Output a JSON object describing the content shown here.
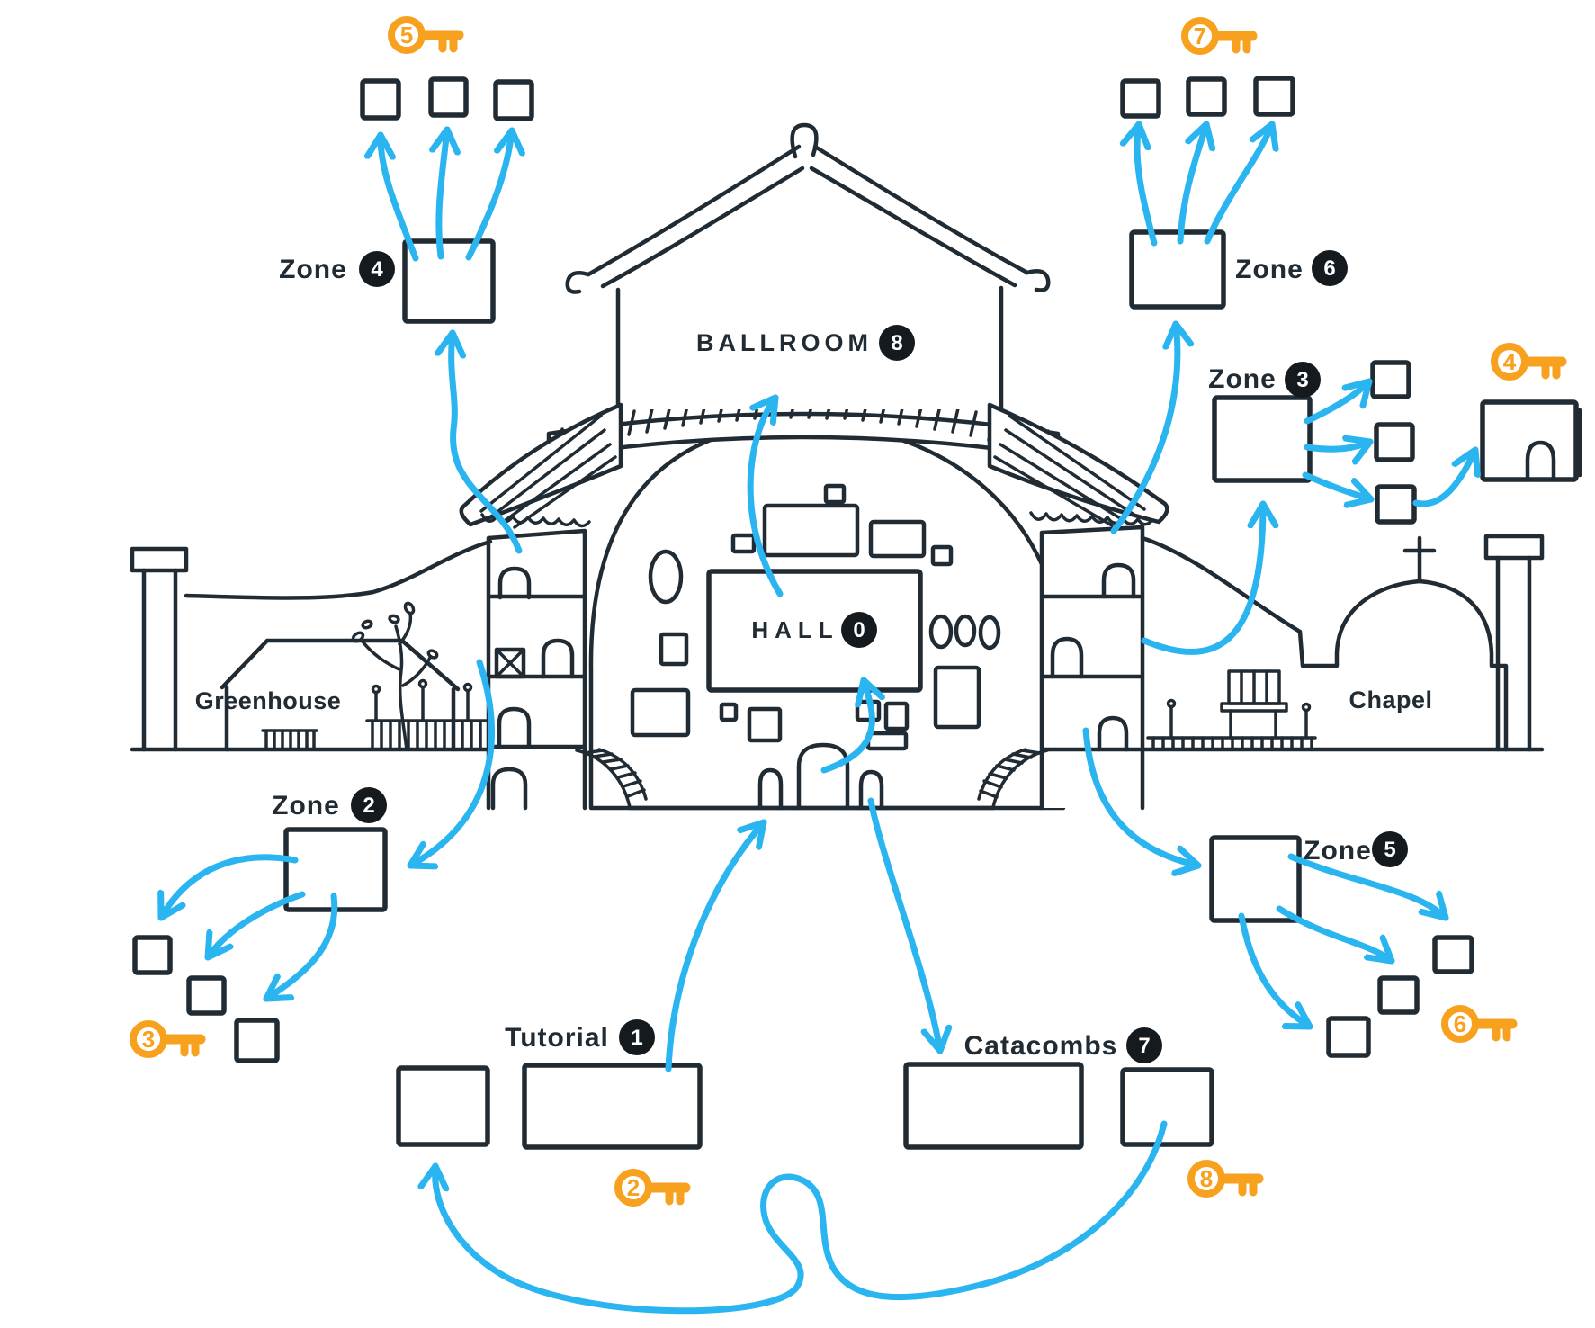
{
  "diagram": {
    "type": "game-map-progression-diagram",
    "style": "hand-drawn mansion cross-section with zone flow arrows and key icons"
  },
  "colors": {
    "ink": "#202b33",
    "arrow_blue": "#2ab5f0",
    "key_orange": "#f7a11e",
    "badge_black": "#141a1e",
    "badge_text": "#ffffff",
    "background": "#ffffff"
  },
  "zones": {
    "hall": {
      "label": "HALL",
      "number": "0"
    },
    "tutorial": {
      "label": "Tutorial",
      "number": "1"
    },
    "zone2": {
      "label": "Zone",
      "number": "2"
    },
    "zone3": {
      "label": "Zone",
      "number": "3"
    },
    "zone4": {
      "label": "Zone",
      "number": "4"
    },
    "zone5": {
      "label": "Zone",
      "number": "5"
    },
    "zone6": {
      "label": "Zone",
      "number": "6"
    },
    "catacombs": {
      "label": "Catacombs",
      "number": "7"
    },
    "ballroom": {
      "label": "BALLROOM",
      "number": "8"
    }
  },
  "landmarks": {
    "greenhouse": {
      "label": "Greenhouse"
    },
    "chapel": {
      "label": "Chapel"
    }
  },
  "keys": {
    "key2": {
      "number": "2"
    },
    "key3": {
      "number": "3"
    },
    "key4": {
      "number": "4"
    },
    "key5": {
      "number": "5"
    },
    "key6": {
      "number": "6"
    },
    "key7": {
      "number": "7"
    },
    "key8": {
      "number": "8"
    }
  }
}
